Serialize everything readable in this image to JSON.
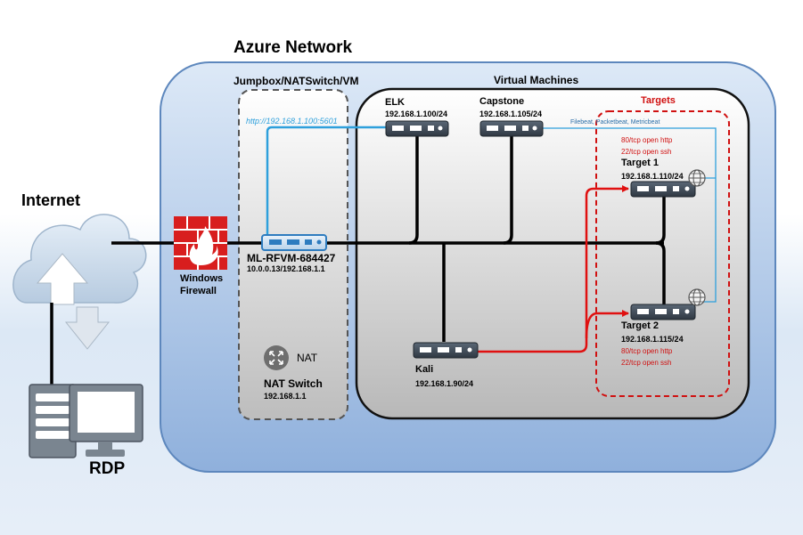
{
  "title": "Azure Network",
  "internet_label": "Internet",
  "rdp_label": "RDP",
  "firewall": {
    "name_line1": "Windows",
    "name_line2": "Firewall"
  },
  "jumpbox": {
    "title": "Jumpbox/NATSwitch/VM",
    "url": "http://192.168.1.100:5601"
  },
  "vm_area_title": "Virtual Machines",
  "gateway": {
    "name": "ML-RFVM-684427",
    "ip": "10.0.0.13/192.168.1.1"
  },
  "nat": {
    "badge": "NAT",
    "name": "NAT Switch",
    "ip": "192.168.1.1"
  },
  "elk": {
    "name": "ELK",
    "ip": "192.168.1.100/24"
  },
  "capstone": {
    "name": "Capstone",
    "ip": "192.168.1.105/24"
  },
  "beats_label": "Filebeat, Packetbeat, Metricbeat",
  "targets": {
    "title": "Targets",
    "target1": {
      "port1": "80/tcp open http",
      "port2": "22/tcp open ssh",
      "name": "Target 1",
      "ip": "192.168.1.110/24"
    },
    "target2": {
      "name": "Target 2",
      "ip": "192.168.1.115/24",
      "port1": "80/tcp open http",
      "port2": "22/tcp open ssh"
    }
  },
  "kali": {
    "name": "Kali",
    "ip": "192.168.1.90/24"
  },
  "colors": {
    "network_blue": "#8fb0dc",
    "link_cyan": "#2ea0dc",
    "attack_red": "#e01010",
    "targets_red": "#d01010"
  }
}
